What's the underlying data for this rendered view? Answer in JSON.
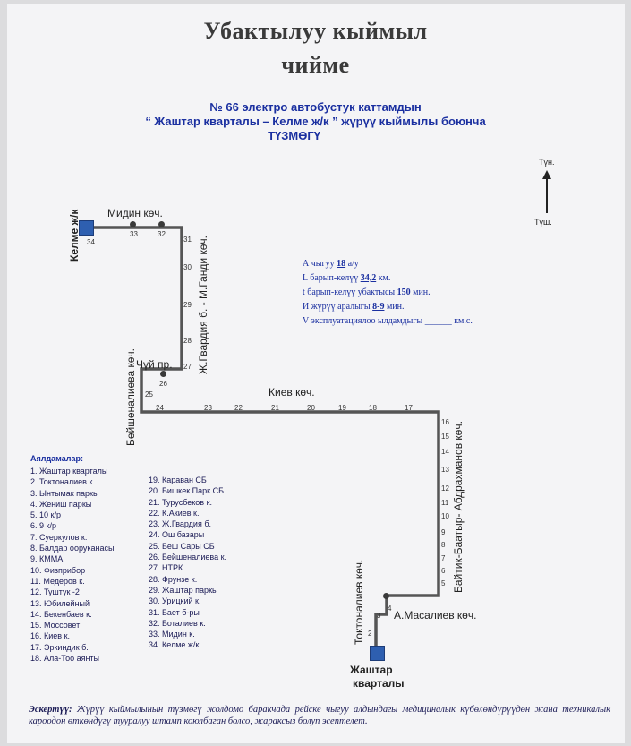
{
  "title": {
    "line1": "Убактылуу кыймыл",
    "line2": "чийме"
  },
  "subtitle": {
    "line1": "№ 66 электро автобустук каттамдын",
    "line2": "“ Жаштар кварталы – Келме ж/к ” жүрүү кыймылы боюнча",
    "line3": "ТҮЗМӨГҮ"
  },
  "compass": {
    "north": "Түн.",
    "south": "Түш."
  },
  "stats": {
    "stops": {
      "label": "А чыгуу",
      "value": "18",
      "unit": "а/у"
    },
    "length": {
      "label": "L барып-келүү",
      "value": "34,2",
      "unit": "км."
    },
    "time": {
      "label": "t барып-келүү убактысы",
      "value": "150",
      "unit": "мин."
    },
    "interval": {
      "label": "И жүрүү аралыгы",
      "value": "8-9",
      "unit": "мин."
    },
    "speed": {
      "label": "V эксплуатациялоо ылдамдыгы",
      "value": "",
      "unit": "км.с."
    }
  },
  "map": {
    "terminal_top": "Келме ж/к",
    "terminal_bottom_1": "Жаштар",
    "terminal_bottom_2": "кварталы",
    "street_midin": "Мидин көч.",
    "street_gvardia": "Ж.Гвардия б. - М.Ганди көч.",
    "street_chuy": "Чүй пр.",
    "street_beyshenaliev": "Бейшеналиева көч.",
    "street_kiev": "Киев көч.",
    "street_baitik": "Байтик-Баатыр- Абдрахманов көч.",
    "street_toktonaliev": "Токтоналиев көч.",
    "street_masaliev": "А.Масалиев көч.",
    "stop_numbers": [
      "2",
      "3",
      "4",
      "5",
      "6",
      "7",
      "8",
      "9",
      "10",
      "11",
      "12",
      "13",
      "14",
      "15",
      "16",
      "17",
      "18",
      "19",
      "20",
      "21",
      "22",
      "23",
      "24",
      "25",
      "26",
      "27",
      "28",
      "29",
      "30",
      "31",
      "32",
      "33",
      "34"
    ]
  },
  "legend": {
    "title": "Аялдамалар:",
    "col1": [
      "1. Жаштар кварталы",
      "2. Токтоналиев к.",
      "3. Ынтымак паркы",
      "4. Жениш паркы",
      "5. 10 к/р",
      "6. 9 к/р",
      "7. Суеркулов к.",
      "8. Балдар ооруканасы",
      "9. КММА",
      "10. Физприбор",
      "11. Медеров к.",
      "12. Туштук -2",
      "13. Юбилейный",
      "14. Бекенбаев к.",
      "15. Моссовет",
      "16. Киев к.",
      "17. Эркиндик б.",
      "18. Ала-Тоо аянты"
    ],
    "col2": [
      "19. Караван СБ",
      "20. Бишкек Парк СБ",
      "21. Турусбеков к.",
      "22. К.Акиев к.",
      "23. Ж.Гвардия б.",
      "24. Ош базары",
      "25. Беш Сары СБ",
      "26. Бейшеналиева к.",
      "27. НТРК",
      "28. Фрунзе к.",
      "29. Жаштар паркы",
      "30. Урицкий к.",
      "31. Бает б-ры",
      "32. Боталиев к.",
      "33. Мидин к.",
      "34. Келме ж/к"
    ]
  },
  "note": {
    "label": "Эскертүү:",
    "text": "Жүрүү кыймылынын түзмөгү жолдомо баракчада рейске чыгуу алдындагы медициналык күбөлөндүрүүдөн жана техникалык кароодон өткөндүгү тууралуу штамп коюлбаган болсо, жараксыз болуп эсептелет."
  }
}
